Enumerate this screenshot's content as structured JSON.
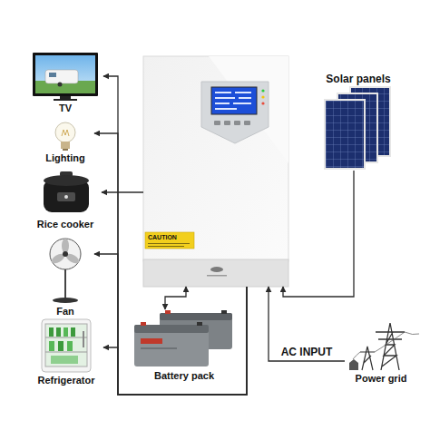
{
  "diagram": {
    "nodes": [
      {
        "text": [
          "TV"
        ]
      },
      {
        "text": [
          "CAUTION"
        ]
      },
      {
        "text": [
          "Solar panels"
        ]
      },
      {
        "text": [
          "Lighting"
        ]
      },
      {
        "text": [
          "Rice cooker"
        ]
      },
      {
        "text": [
          "Fan"
        ]
      },
      {
        "text": [
          "Refrigerator"
        ]
      },
      {
        "text": [
          "Battery pack"
        ]
      },
      {
        "text": [
          "Power grid"
        ]
      }
    ],
    "edges": [
      {
        "from": 1,
        "to": 0,
        "arrow": "to"
      },
      {
        "from": 1,
        "to": 3,
        "arrow": "to"
      },
      {
        "from": 1,
        "to": 4,
        "arrow": "to"
      },
      {
        "from": 1,
        "to": 5,
        "arrow": "to"
      },
      {
        "from": 1,
        "to": 6,
        "arrow": "to"
      },
      {
        "from": 1,
        "to": 7,
        "arrow": "both"
      },
      {
        "from": 2,
        "to": 1,
        "arrow": "to"
      },
      {
        "from": 8,
        "to": 1,
        "label": "AC INPUT",
        "arrow": "to"
      }
    ]
  }
}
